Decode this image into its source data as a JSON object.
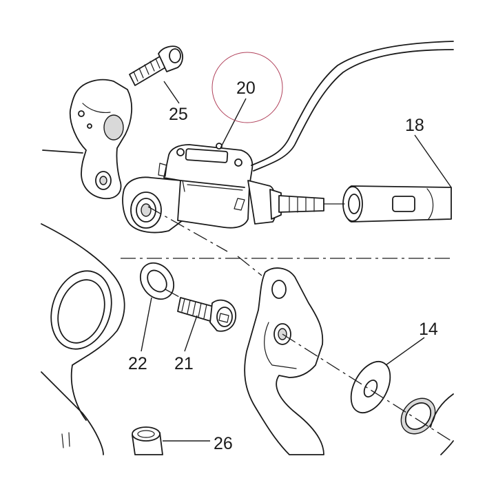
{
  "callouts": {
    "c14": "14",
    "c18": "18",
    "c20": "20",
    "c21": "21",
    "c22": "22",
    "c25": "25",
    "c26": "26"
  },
  "colors": {
    "line": "#1a1a1a",
    "highlight_circle": "#b0405a",
    "background": "#ffffff"
  }
}
